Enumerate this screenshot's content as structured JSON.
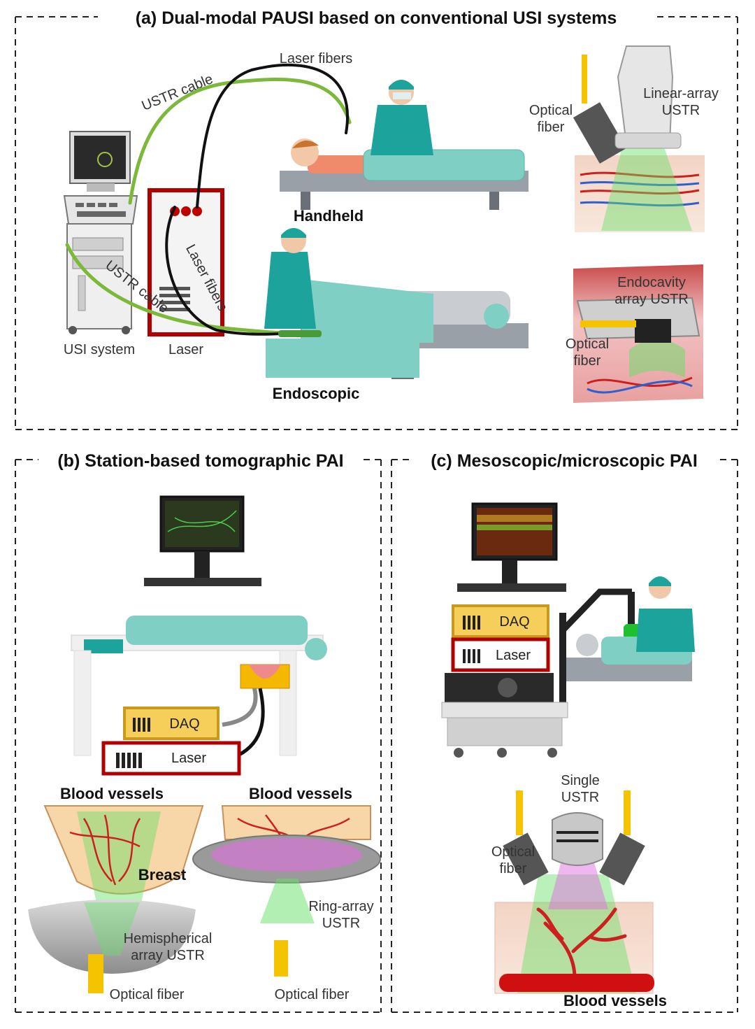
{
  "panels": {
    "a": {
      "title": "(a) Dual-modal PAUSI based on conventional USI systems",
      "labels": {
        "usi_system": "USI system",
        "laser": "Laser",
        "ustr_cable_top": "USTR cable",
        "ustr_cable_bottom": "USTR cable",
        "laser_fibers_top": "Laser fibers",
        "laser_fibers_mid": "Laser fibers",
        "handheld": "Handheld",
        "endoscopic": "Endoscopic",
        "optical_1": "Optical",
        "fiber_1": "fiber",
        "linear_1": "Linear-array",
        "linear_2": "USTR",
        "endocavity_1": "Endocavity",
        "endocavity_2": "array USTR",
        "optical_2": "Optical",
        "fiber_2": "fiber"
      }
    },
    "b": {
      "title": "(b) Station-based tomographic PAI",
      "labels": {
        "daq": "DAQ",
        "laser": "Laser",
        "blood_vessels_left": "Blood vessels",
        "blood_vessels_right": "Blood vessels",
        "breast": "Breast",
        "hemi_1": "Hemispherical",
        "hemi_2": "array USTR",
        "ring_1": "Ring-array",
        "ring_2": "USTR",
        "optical_fiber_left": "Optical fiber",
        "optical_fiber_right": "Optical fiber"
      }
    },
    "c": {
      "title": "(c) Mesoscopic/microscopic PAI",
      "labels": {
        "daq": "DAQ",
        "laser": "Laser",
        "single_1": "Single",
        "single_2": "USTR",
        "optical": "Optical",
        "fiber": "fiber",
        "blood_vessels": "Blood vessels"
      }
    }
  },
  "colors": {
    "scrub": "#1ba39c",
    "drape": "#7fcfc4",
    "laser_red": "#c00000",
    "daq_yellow": "#f5cf5a",
    "fiber_yellow": "#f5c400",
    "cable_green": "#7cb83a",
    "light_green": "#66e066",
    "vessel_red": "#cc1f1f"
  }
}
